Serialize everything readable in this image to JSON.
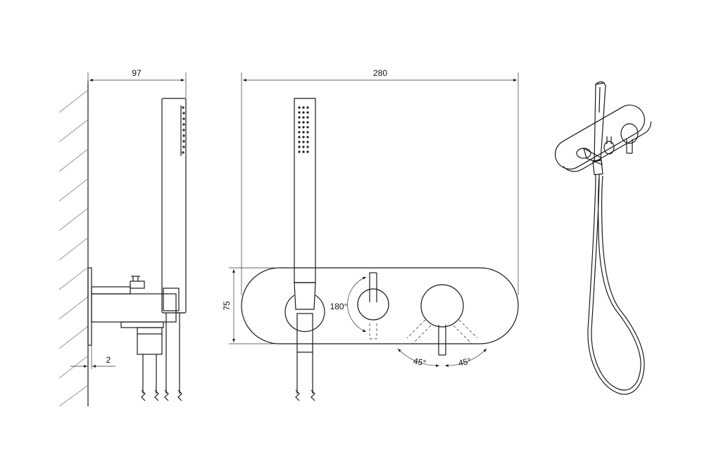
{
  "dimensions": {
    "side_width": "97",
    "front_width": "280",
    "plate_height": "75",
    "wall_gap": "2"
  },
  "angles": {
    "diverter_rotation": "180°",
    "lever_left": "45°",
    "lever_right": "45°"
  },
  "colors": {
    "line": "#1a1a1a",
    "hatch": "#8a8a8a",
    "background": "#ffffff"
  }
}
